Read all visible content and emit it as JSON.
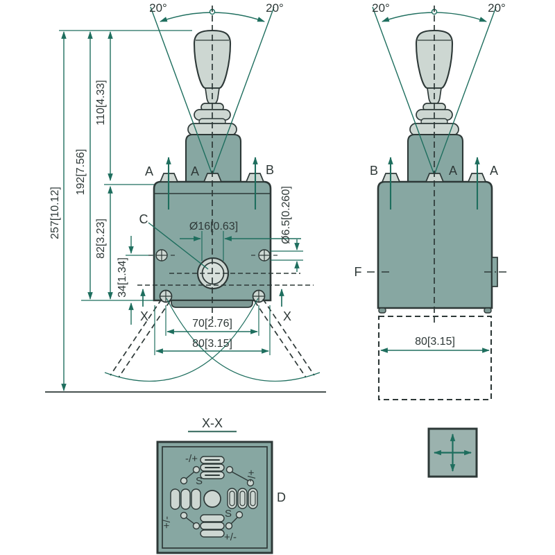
{
  "colors": {
    "body": "#87a7a2",
    "light": "#cdd7d2",
    "flange": "#7e9a95",
    "detail": "#9bb2ae",
    "outline": "#2d3837",
    "dimension": "#1e6e5e",
    "text": "#2e3837"
  },
  "front": {
    "angle_left": "20°",
    "angle_right": "20°",
    "ports": [
      "A",
      "A",
      "B"
    ],
    "label_c": "C",
    "hole_dia": "Ø16[0.63]",
    "screw_dia": "Ø6.5[0.260]",
    "dim_total": "257[10.12]",
    "dim_192": "192[7.56]",
    "dim_110": "110[4.33]",
    "dim_82": "82[3.23]",
    "dim_34": "34[1.34]",
    "dim_70": "70[2.76]",
    "dim_80": "80[3.15]",
    "section_left": "X",
    "section_right": "X"
  },
  "side": {
    "angle_left": "20°",
    "angle_right": "20°",
    "ports": [
      "B",
      "A",
      "A"
    ],
    "label_f": "F",
    "dim_80": "80[3.15]"
  },
  "section": {
    "title": "X-X",
    "label_d": "D",
    "polarity_top": "-/+",
    "s_top": "S",
    "polarity_right": "+/-",
    "polarity_left": "+/-",
    "s_bottom": "S",
    "polarity_bottom": "+/-"
  }
}
